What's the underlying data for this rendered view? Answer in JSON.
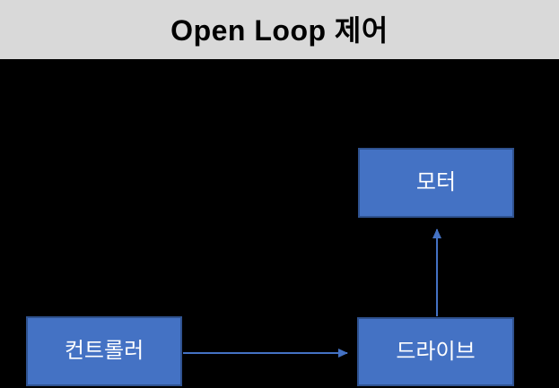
{
  "header": {
    "title": "Open Loop 제어"
  },
  "nodes": {
    "motor": {
      "label": "모터"
    },
    "controller": {
      "label": "컨트롤러"
    },
    "drive": {
      "label": "드라이브"
    }
  },
  "edges": [
    {
      "from": "controller",
      "to": "drive",
      "direction": "right"
    },
    {
      "from": "drive",
      "to": "motor",
      "direction": "up"
    }
  ],
  "colors": {
    "background": "#000000",
    "header_bg": "#d9d9d9",
    "header_text": "#000000",
    "node_fill": "#4472c4",
    "node_border": "#2f528f",
    "node_text": "#ffffff",
    "arrow": "#4472c4"
  }
}
